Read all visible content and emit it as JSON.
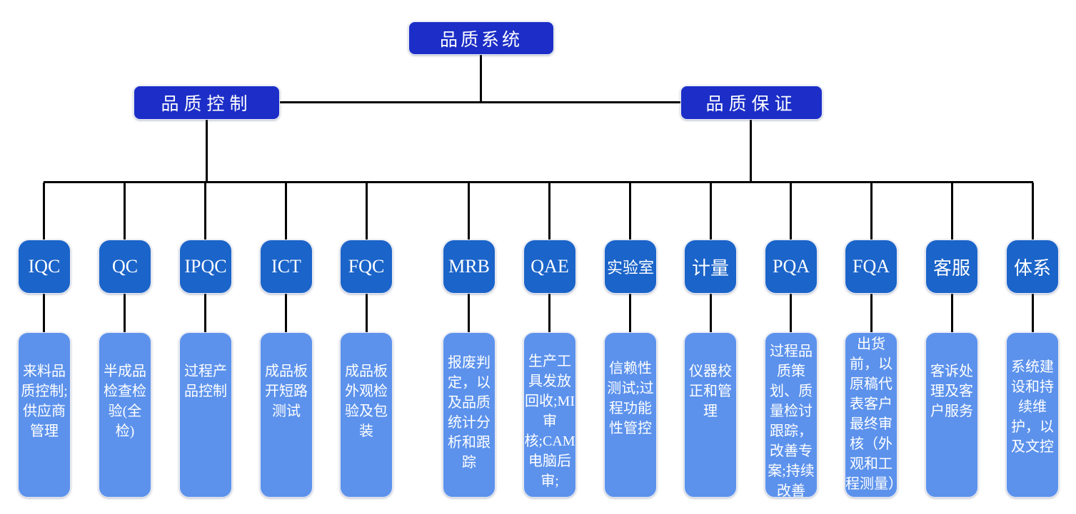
{
  "diagram_title": "品质系统",
  "colors": {
    "level1_box": "#1c2ec7",
    "node_box": "#1b64c9",
    "desc_box": "#5c92ec",
    "connector": "#000000",
    "box_text": "#ffffff",
    "background": "#ffffff"
  },
  "root": {
    "label": "品质系统"
  },
  "branches": [
    {
      "label": "品质控制"
    },
    {
      "label": "品质保证"
    }
  ],
  "nodes": [
    {
      "label": "IQC",
      "branch": "品质控制",
      "desc": "来料品质控制;供应商管理"
    },
    {
      "label": "QC",
      "branch": "品质控制",
      "desc": "半成品检查检验(全检)"
    },
    {
      "label": "IPQC",
      "branch": "品质控制",
      "desc": "过程产品控制"
    },
    {
      "label": "ICT",
      "branch": "品质控制",
      "desc": "成品板开短路测试"
    },
    {
      "label": "FQC",
      "branch": "品质控制",
      "desc": "成品板外观检验及包装"
    },
    {
      "label": "MRB",
      "branch": "品质保证",
      "desc": "报废判定，以及品质统计分析和跟踪"
    },
    {
      "label": "QAE",
      "branch": "品质保证",
      "desc": "生产工具发放回收;MI审核;CAM电脑后审;"
    },
    {
      "label": "实验室",
      "branch": "品质保证",
      "desc": "信赖性测试;过程功能性管控"
    },
    {
      "label": "计量",
      "branch": "品质保证",
      "desc": "仪器校正和管理"
    },
    {
      "label": "PQA",
      "branch": "品质保证",
      "desc": "过程品质策划、质量检讨跟踪，改善专案;持续改善"
    },
    {
      "label": "FQA",
      "branch": "品质保证",
      "desc": "出货前，以原稿代表客户最终审核（外观和工程测量）"
    },
    {
      "label": "客服",
      "branch": "品质保证",
      "desc": "客诉处理及客户服务"
    },
    {
      "label": "体系",
      "branch": "品质保证",
      "desc": "系统建设和持续维护，以及文控"
    }
  ]
}
